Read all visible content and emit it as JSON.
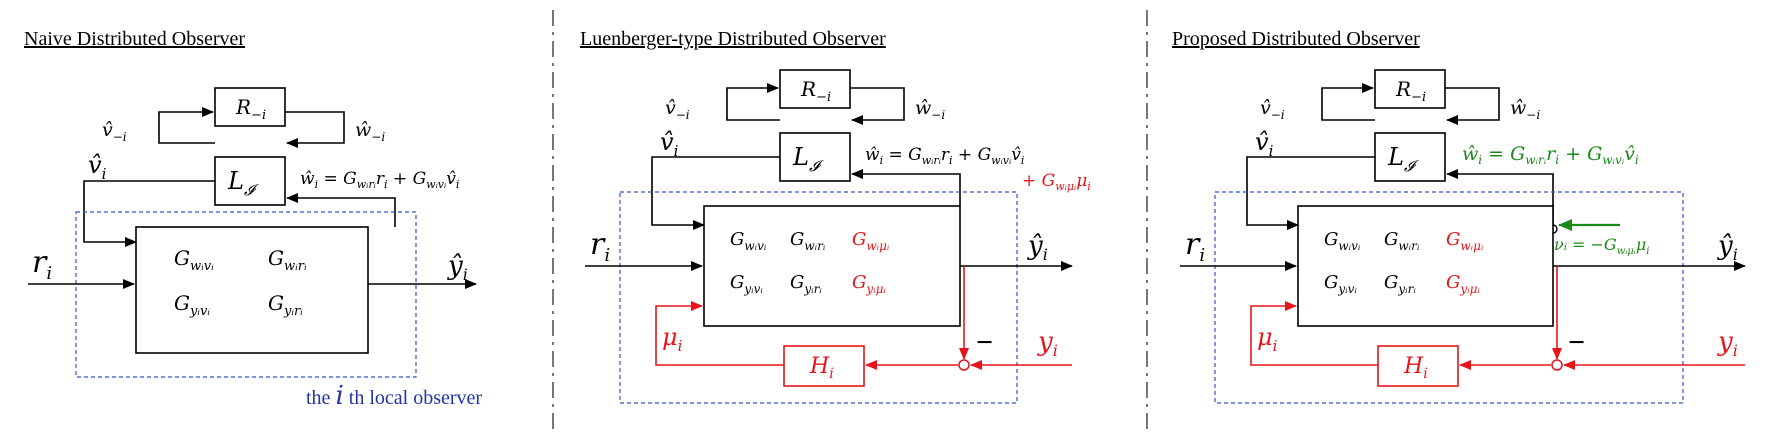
{
  "colors": {
    "black": "#000000",
    "red": "#e8141b",
    "green": "#1a8a1a",
    "blue_dashed": "#3355cc",
    "separator": "#777777"
  },
  "panels": [
    {
      "title": "Naive Distributed Observer",
      "labels": {
        "R": "R",
        "R_sub": "−i",
        "L": "L",
        "L_sub": "𝓘",
        "v_hat_minus": "v̂",
        "v_hat_minus_sub": "−i",
        "w_hat_minus": "ŵ",
        "w_hat_minus_sub": "−i",
        "v_hat_i": "v̂",
        "v_hat_i_sub": "i",
        "w_hat_eq": "ŵᵢ = G",
        "r_i": "r",
        "r_sub": "i",
        "y_hat_i": "ŷ",
        "y_hat_sub": "i",
        "matrix": [
          "G_{wᵢvᵢ}",
          "G_{wᵢrᵢ}",
          "G_{yᵢvᵢ}",
          "G_{yᵢrᵢ}"
        ]
      },
      "caption_pre": "the ",
      "caption_i": "i",
      "caption_post": " th local observer"
    },
    {
      "title": "Luenberger-type Distributed Observer",
      "labels": {
        "H": "H",
        "H_sub": "i",
        "mu": "μ",
        "mu_sub": "i",
        "y_i": "y",
        "y_sub": "i",
        "minus": "−"
      }
    },
    {
      "title": "Proposed Distributed Observer",
      "labels": {
        "nu_eq": "νᵢ = −G"
      }
    }
  ]
}
